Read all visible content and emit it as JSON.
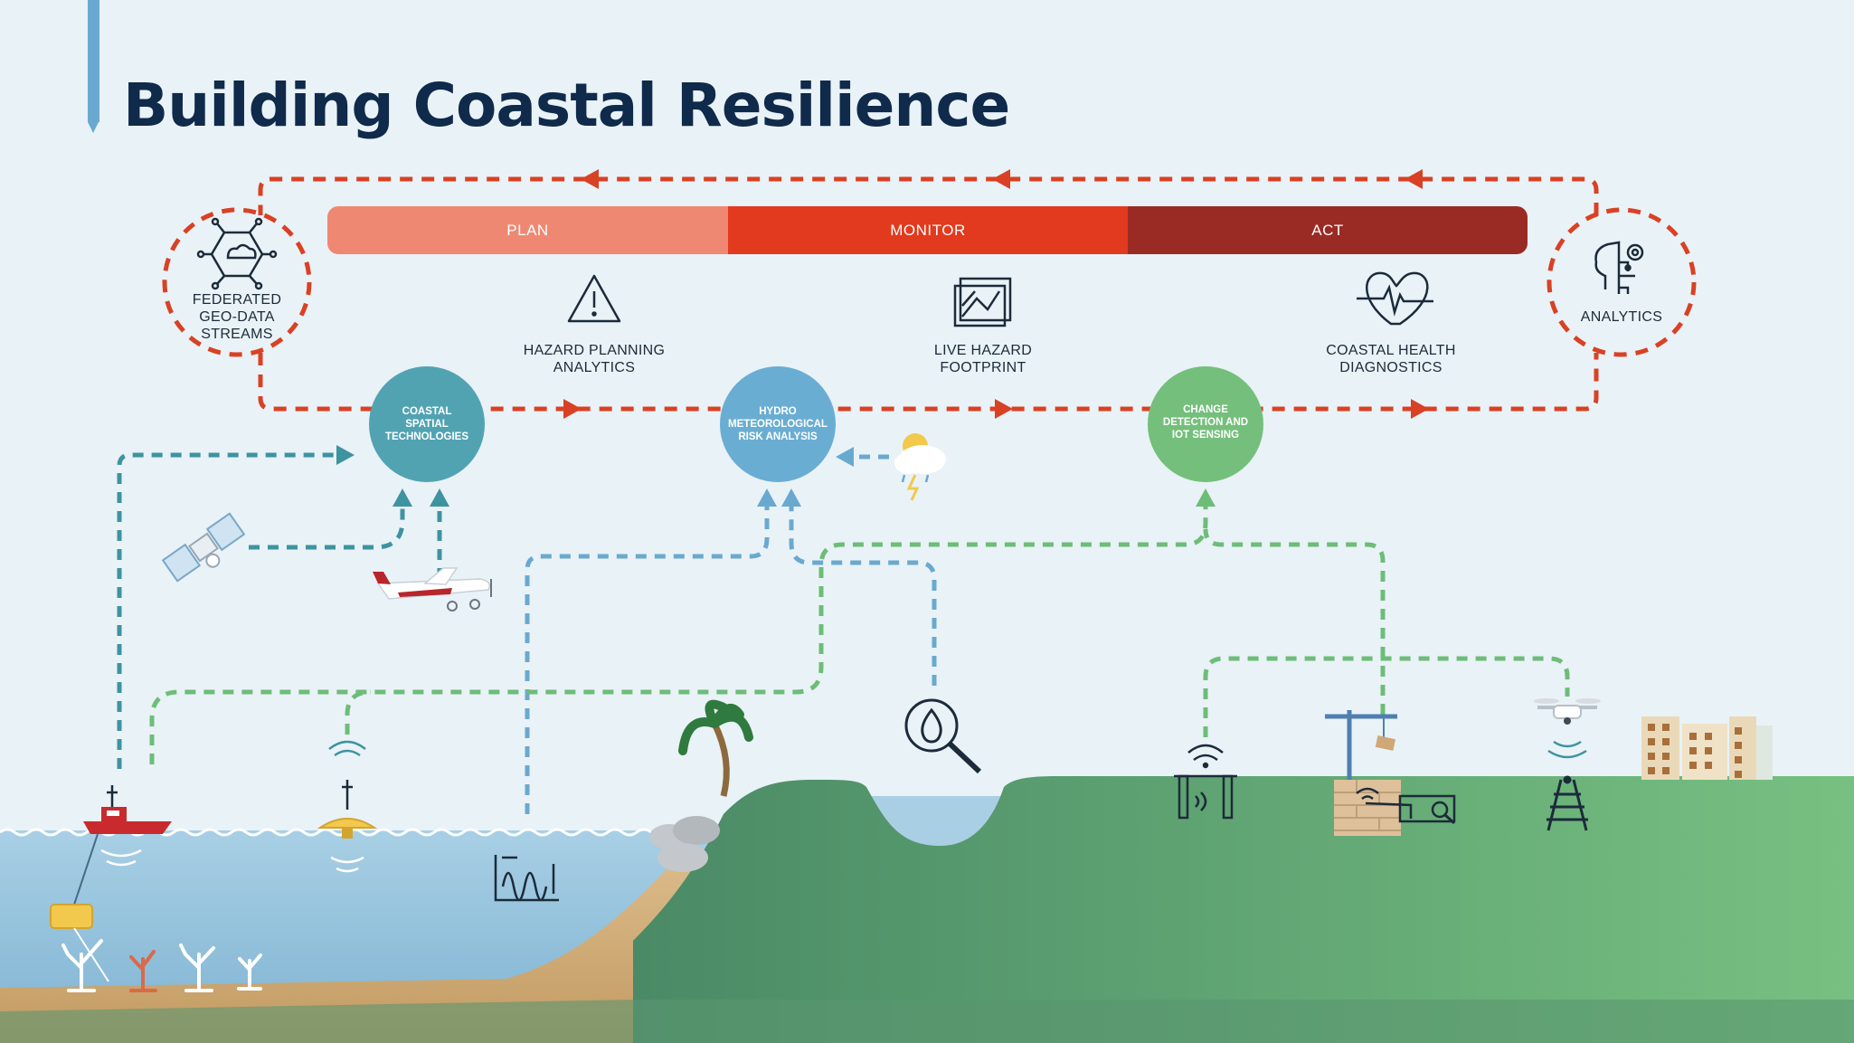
{
  "title": "Building Coastal Resilience",
  "phases": [
    {
      "label": "PLAN",
      "color": "#ef8872"
    },
    {
      "label": "MONITOR",
      "color": "#e23a1e"
    },
    {
      "label": "ACT",
      "color": "#9a2b24"
    }
  ],
  "endpoints": {
    "left": "FEDERATED\nGEO-DATA\nSTREAMS",
    "right": "ANALYTICS"
  },
  "outputs": [
    {
      "label": "HAZARD PLANNING\nANALYTICS",
      "icon": "warning-triangle-icon"
    },
    {
      "label": "LIVE HAZARD\nFOOTPRINT",
      "icon": "map-icon"
    },
    {
      "label": "COASTAL HEALTH\nDIAGNOSTICS",
      "icon": "heartbeat-icon"
    }
  ],
  "nodes": [
    {
      "label": "COASTAL\nSPATIAL\nTECHNOLOGIES",
      "color": "#52a3b2"
    },
    {
      "label": "HYDRO\nMETEOROLOGICAL\nRISK ANALYSIS",
      "color": "#6aadd3"
    },
    {
      "label": "CHANGE\nDETECTION AND\nIOT SENSING",
      "color": "#74bf7b"
    }
  ],
  "colors": {
    "loop": "#d94124",
    "teal_flow": "#3e93a0",
    "blue_flow": "#6aa9cf",
    "green_flow": "#6dbd78",
    "sea": "#a9cfe4",
    "land": "#5f9d72",
    "sand": "#d9b98a"
  },
  "icons": [
    "satellite-icon",
    "airplane-icon",
    "boat-icon",
    "buoy-icon",
    "wave-gauge-icon",
    "coral-icon",
    "palm-tree-icon",
    "weather-icon",
    "water-drop-search-icon",
    "wifi-sensor-icon",
    "crane-icon",
    "drone-icon",
    "railway-icon",
    "buildings-icon",
    "network-icon",
    "brain-gear-icon"
  ]
}
